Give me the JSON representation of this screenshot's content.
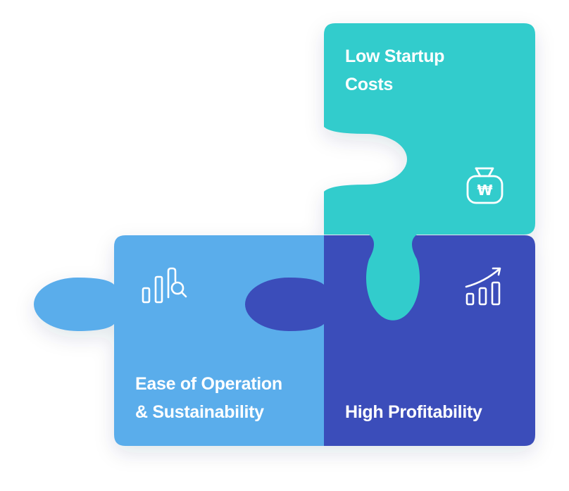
{
  "pieces": {
    "low_startup_costs": {
      "label_line1": "Low Startup",
      "label_line2": "Costs",
      "icon": "money-bag-won-icon",
      "currency_symbol": "₩",
      "color": "#33CCCC"
    },
    "ease_of_operation": {
      "label_line1": "Ease of Operation",
      "label_line2": "& Sustainability",
      "icon": "bar-chart-magnifier-icon",
      "color": "#5AADEB"
    },
    "high_profitability": {
      "label_line1": "High Profitability",
      "icon": "growth-chart-arrow-icon",
      "color": "#3A4DBA"
    }
  }
}
